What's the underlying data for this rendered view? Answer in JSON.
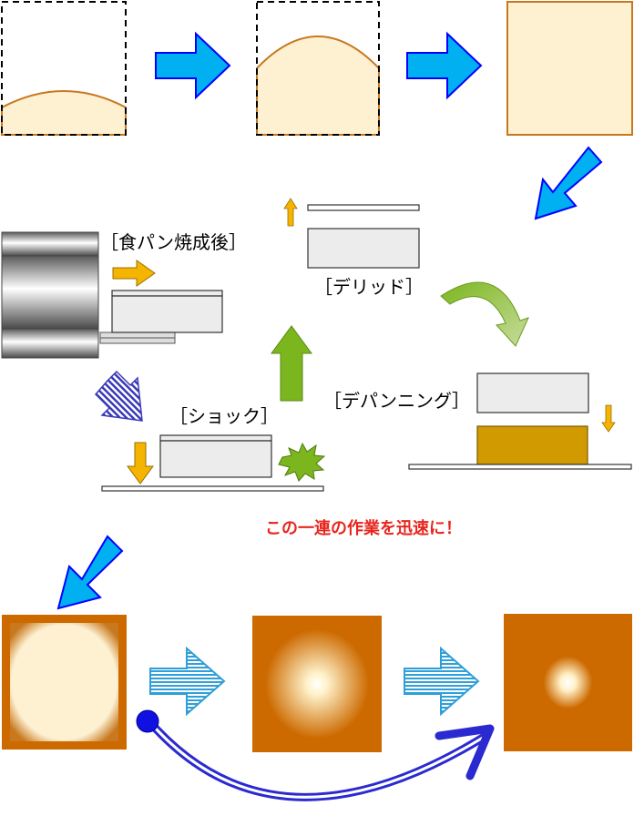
{
  "labels": {
    "after_baking": "［食パン焼成後］",
    "lid": "［デリッド］",
    "shock": "［ショック］",
    "depanning": "［デパンニング］"
  },
  "caption": {
    "text": "この一連の作業を迅速に！",
    "color": "#e8251d"
  },
  "colors": {
    "bread": "#fdf1d2",
    "crust": "#cc6a00",
    "crust_outline": "#c8781e",
    "arrow_cyan": "#00b0f0",
    "arrow_outline": "#0000ff",
    "arrow_yellow": "#f5b400",
    "arrow_green": "#7cb61f",
    "pan_gold": "#d09a00",
    "panel_gray": "#ececec"
  }
}
